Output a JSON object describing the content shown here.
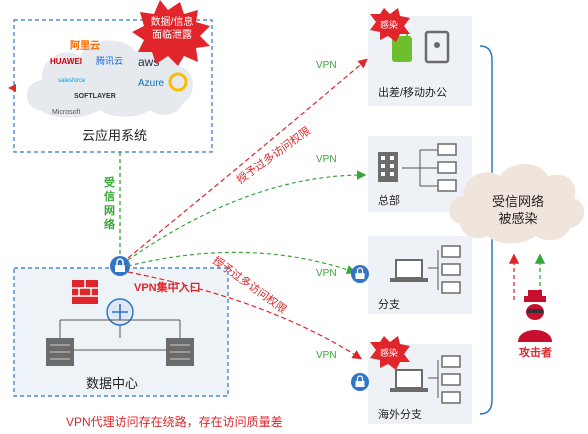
{
  "cloud_system": {
    "title": "云应用系统",
    "providers": [
      "阿里云",
      "HUAWEI",
      "腾讯云",
      "aws",
      "salesforce",
      "Azure",
      "SOFTLAYER",
      "Microsoft"
    ],
    "burst": "数据/信息\n面临泄露"
  },
  "trusted_network_label": "受信网络",
  "data_center": {
    "title": "数据中心",
    "vpn_entry": "VPN集中入口"
  },
  "branches": [
    {
      "label": "出差/移动办公",
      "infected": true
    },
    {
      "label": "总部",
      "infected": false
    },
    {
      "label": "分支",
      "infected": false
    },
    {
      "label": "海外分支",
      "infected": true
    }
  ],
  "infected_badge": "感染",
  "vpn_label": "VPN",
  "overgrant_label": "授予过多访问权限",
  "infected_cloud": "受信网络\n被感染",
  "attacker_label": "攻击者",
  "caption": "VPN代理访问存在绕路，存在访问质量差",
  "colors": {
    "blue": "#2f74c6",
    "red": "#e0262b",
    "green": "#39a639",
    "gray": "#6b6b6b",
    "light": "#eef3f8"
  }
}
